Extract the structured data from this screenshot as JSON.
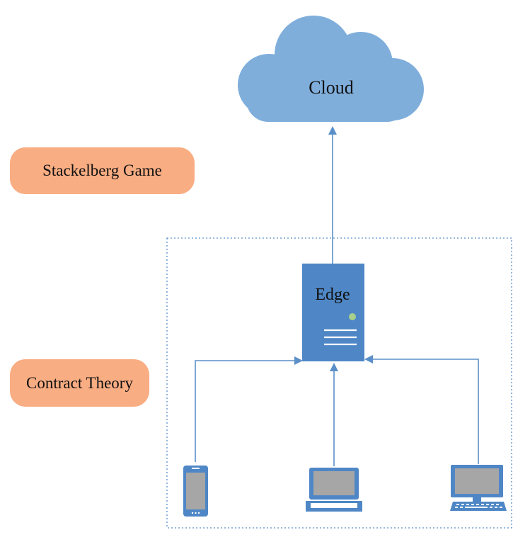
{
  "cloud": {
    "label": "Cloud"
  },
  "edge": {
    "label": "Edge"
  },
  "concepts": [
    {
      "label": "Stackelberg Game"
    },
    {
      "label": "Contract Theory"
    }
  ],
  "devices": [
    {
      "icon": "smartphone-icon"
    },
    {
      "icon": "laptop-icon"
    },
    {
      "icon": "desktop-monitor-icon"
    }
  ],
  "colors": {
    "cloud": "#7faedb",
    "server": "#4f87c6",
    "line": "#5b8fc9",
    "pill": "#f9ad83",
    "device_screen": "#a6a6a6",
    "server_light": "#a8d08d"
  }
}
